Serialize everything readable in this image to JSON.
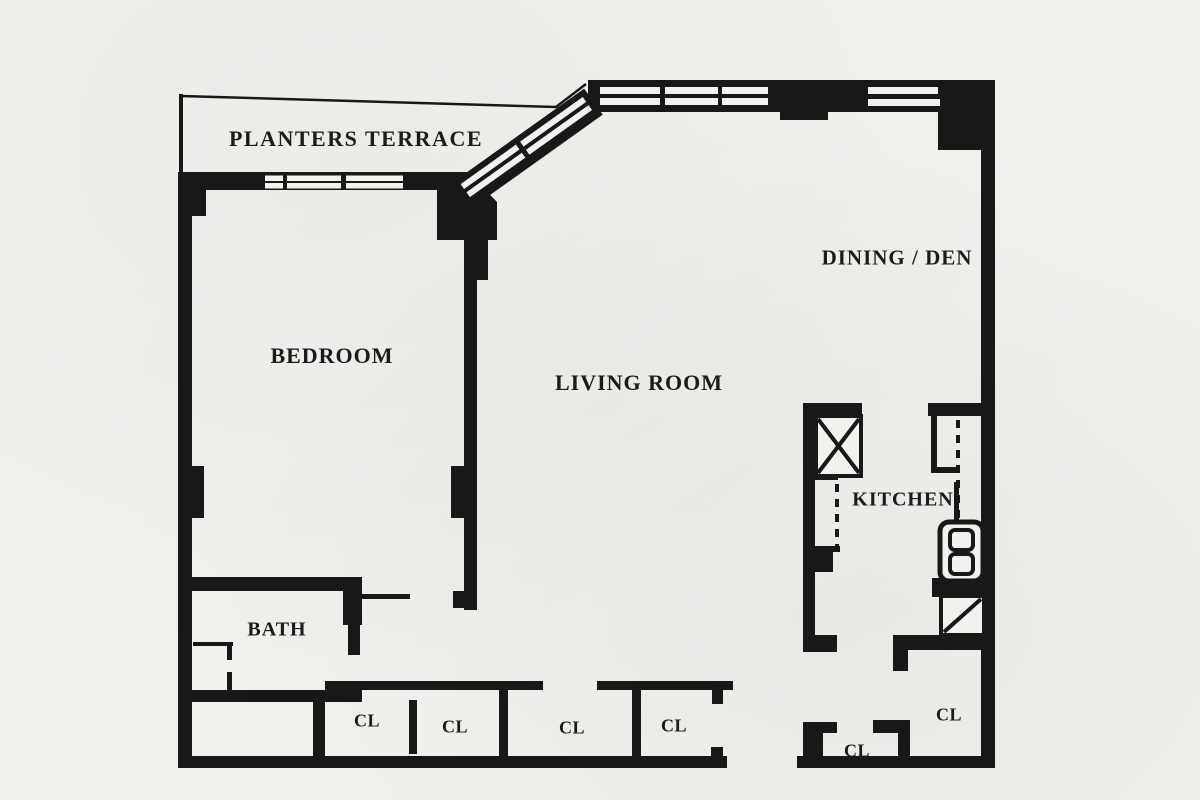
{
  "plan": {
    "type": "apartment-floor-plan",
    "ink_color": "#181818",
    "paper_color": "#f2f1ee",
    "rooms": [
      {
        "id": "planters-terrace",
        "label": "PLANTERS TERRACE"
      },
      {
        "id": "bedroom",
        "label": "BEDROOM"
      },
      {
        "id": "living-room",
        "label": "LIVING ROOM"
      },
      {
        "id": "dining-den",
        "label": "DINING / DEN"
      },
      {
        "id": "kitchen",
        "label": "KITCHEN"
      },
      {
        "id": "bath",
        "label": "BATH"
      }
    ],
    "closets": [
      {
        "id": "closet-hall-1",
        "label": "CL"
      },
      {
        "id": "closet-hall-2",
        "label": "CL"
      },
      {
        "id": "closet-hall-3",
        "label": "CL"
      },
      {
        "id": "closet-hall-4",
        "label": "CL"
      },
      {
        "id": "closet-kitchen",
        "label": "CL"
      },
      {
        "id": "closet-entry",
        "label": "CL"
      }
    ],
    "fixtures": [
      {
        "id": "refrigerator",
        "symbol": "crossed-box"
      },
      {
        "id": "range",
        "symbol": "two-burner-range"
      },
      {
        "id": "appliance",
        "symbol": "diagonal-box"
      }
    ]
  }
}
